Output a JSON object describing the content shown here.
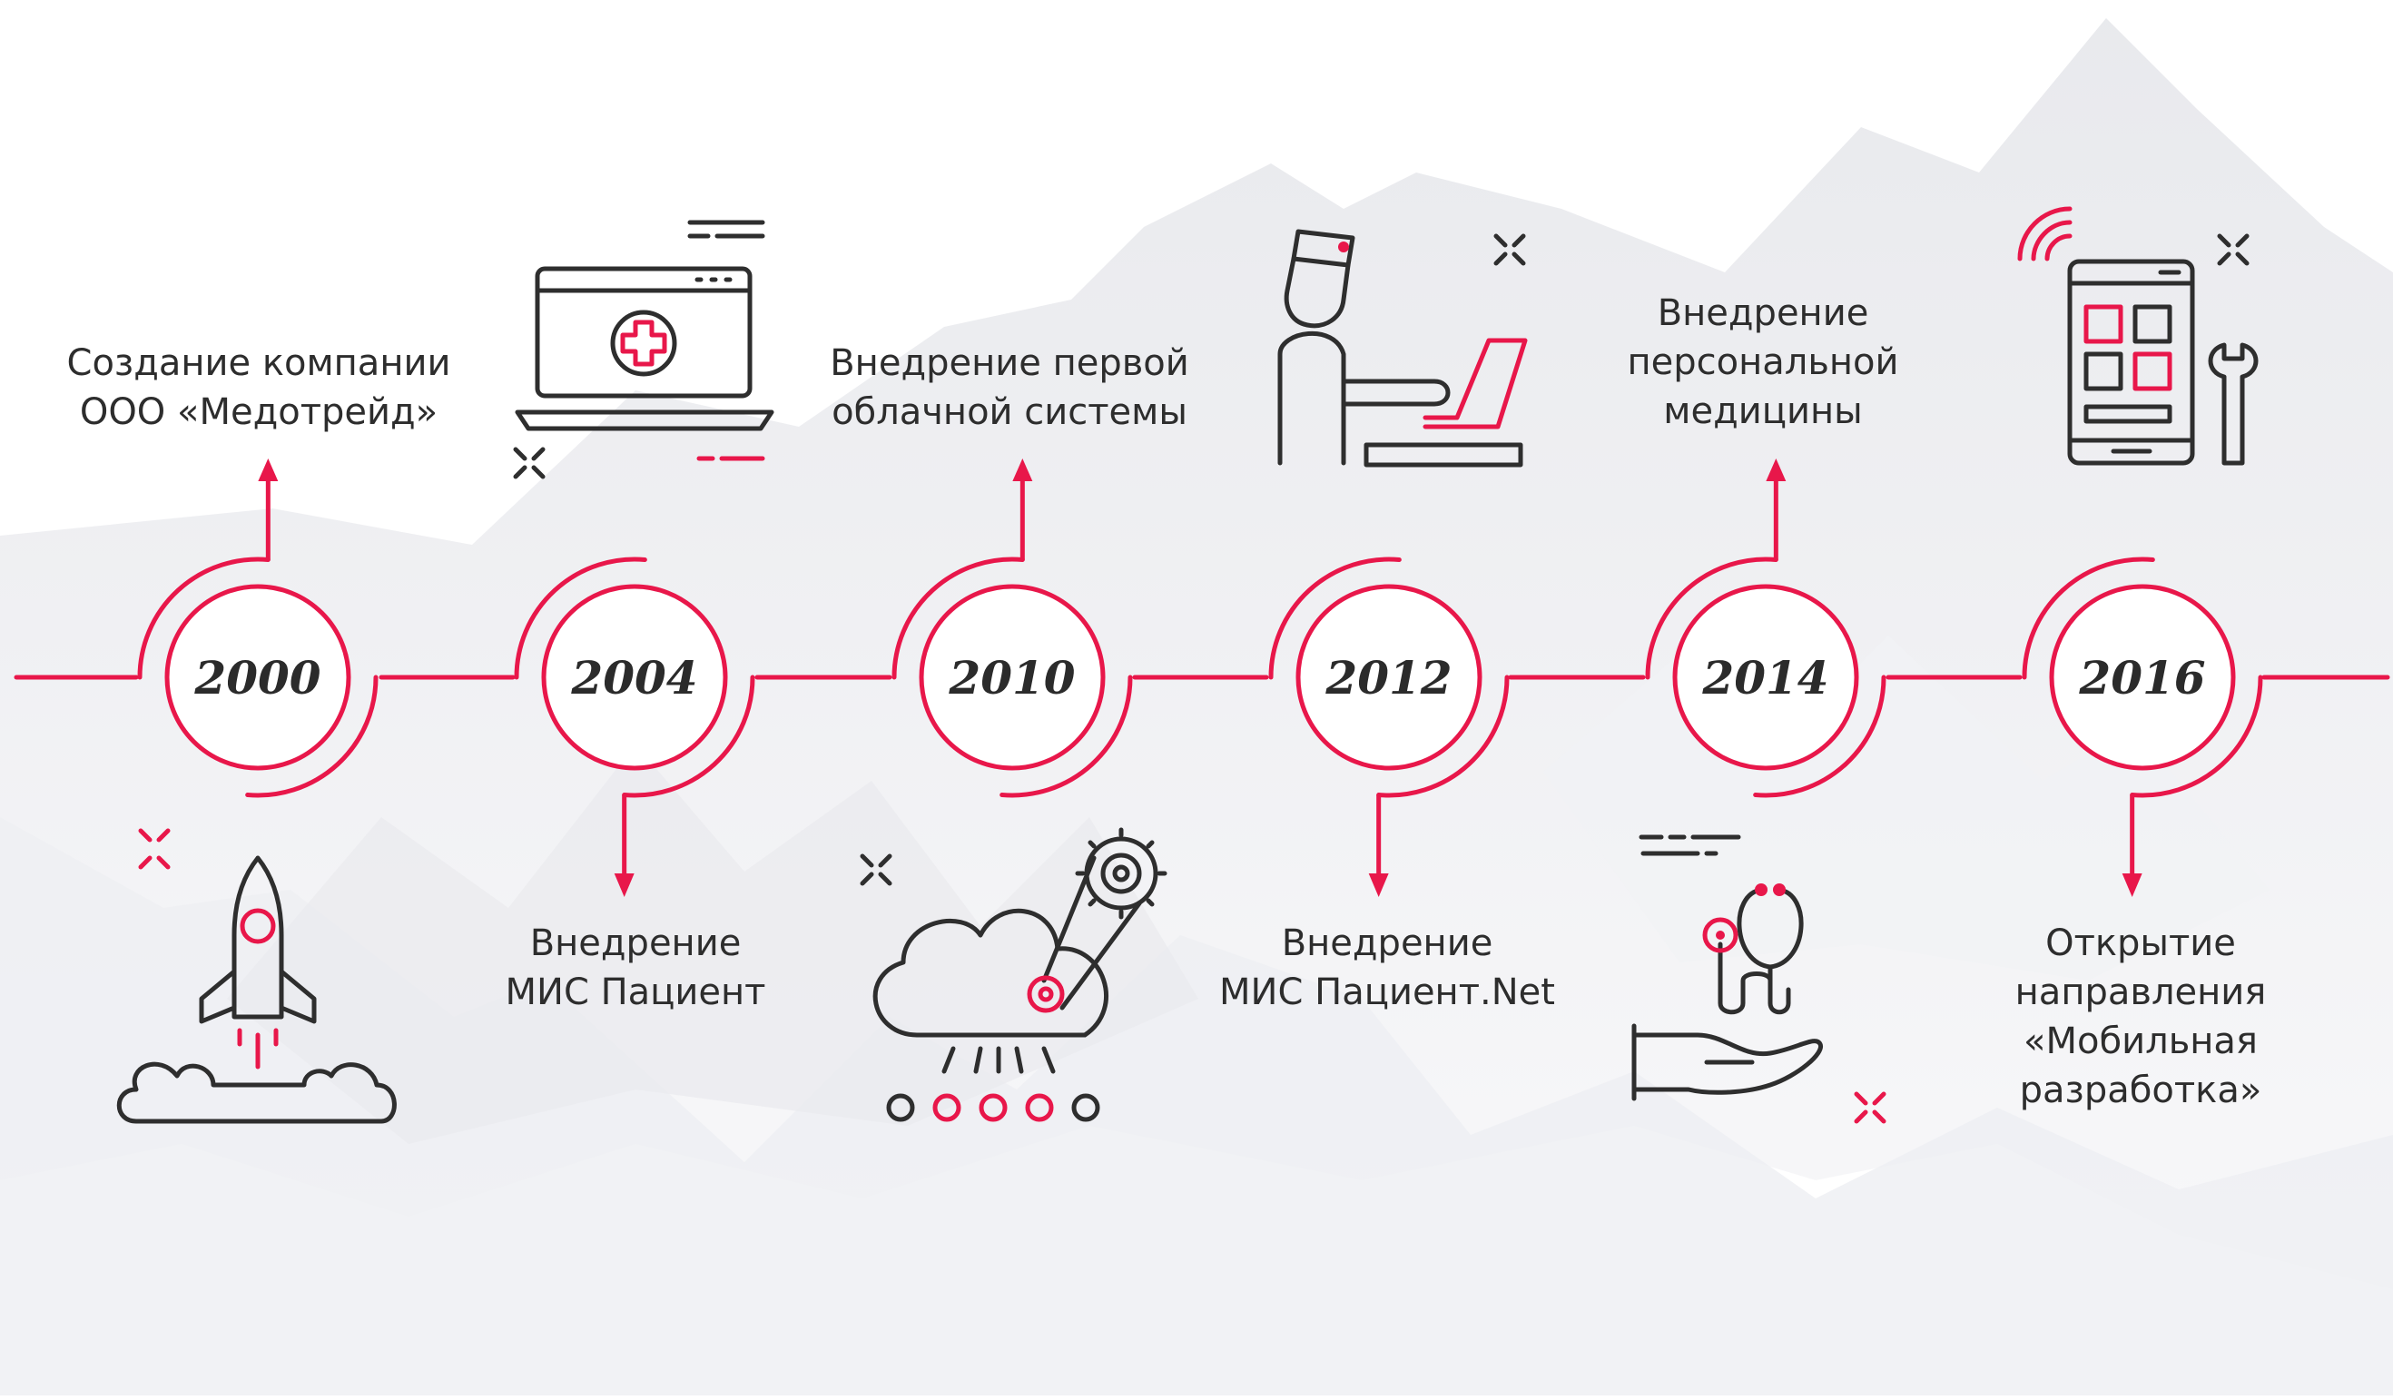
{
  "timeline": {
    "accent_color": "#e8174a",
    "line_color": "#2e2e2e",
    "items": [
      {
        "year": "2000",
        "label_lines": [
          "Создание компании",
          "ООО «Медотрейд»"
        ],
        "label_side": "top",
        "icon": "rocket-icon"
      },
      {
        "year": "2004",
        "label_lines": [
          "Внедрение",
          "МИС Пациент"
        ],
        "label_side": "bottom",
        "icon": "laptop-medical-icon"
      },
      {
        "year": "2010",
        "label_lines": [
          "Внедрение первой",
          "облачной системы"
        ],
        "label_side": "top",
        "icon": "cloud-gear-icon"
      },
      {
        "year": "2012",
        "label_lines": [
          "Внедрение",
          "МИС Пациент.Net"
        ],
        "label_side": "bottom",
        "icon": "doctor-laptop-icon"
      },
      {
        "year": "2014",
        "label_lines": [
          "Внедрение",
          "персональной",
          "медицины"
        ],
        "label_side": "top",
        "icon": "stethoscope-hand-icon"
      },
      {
        "year": "2016",
        "label_lines": [
          "Открытие",
          "направления",
          "«Мобильная",
          "разработка»"
        ],
        "label_side": "bottom",
        "icon": "mobile-app-icon"
      }
    ]
  }
}
